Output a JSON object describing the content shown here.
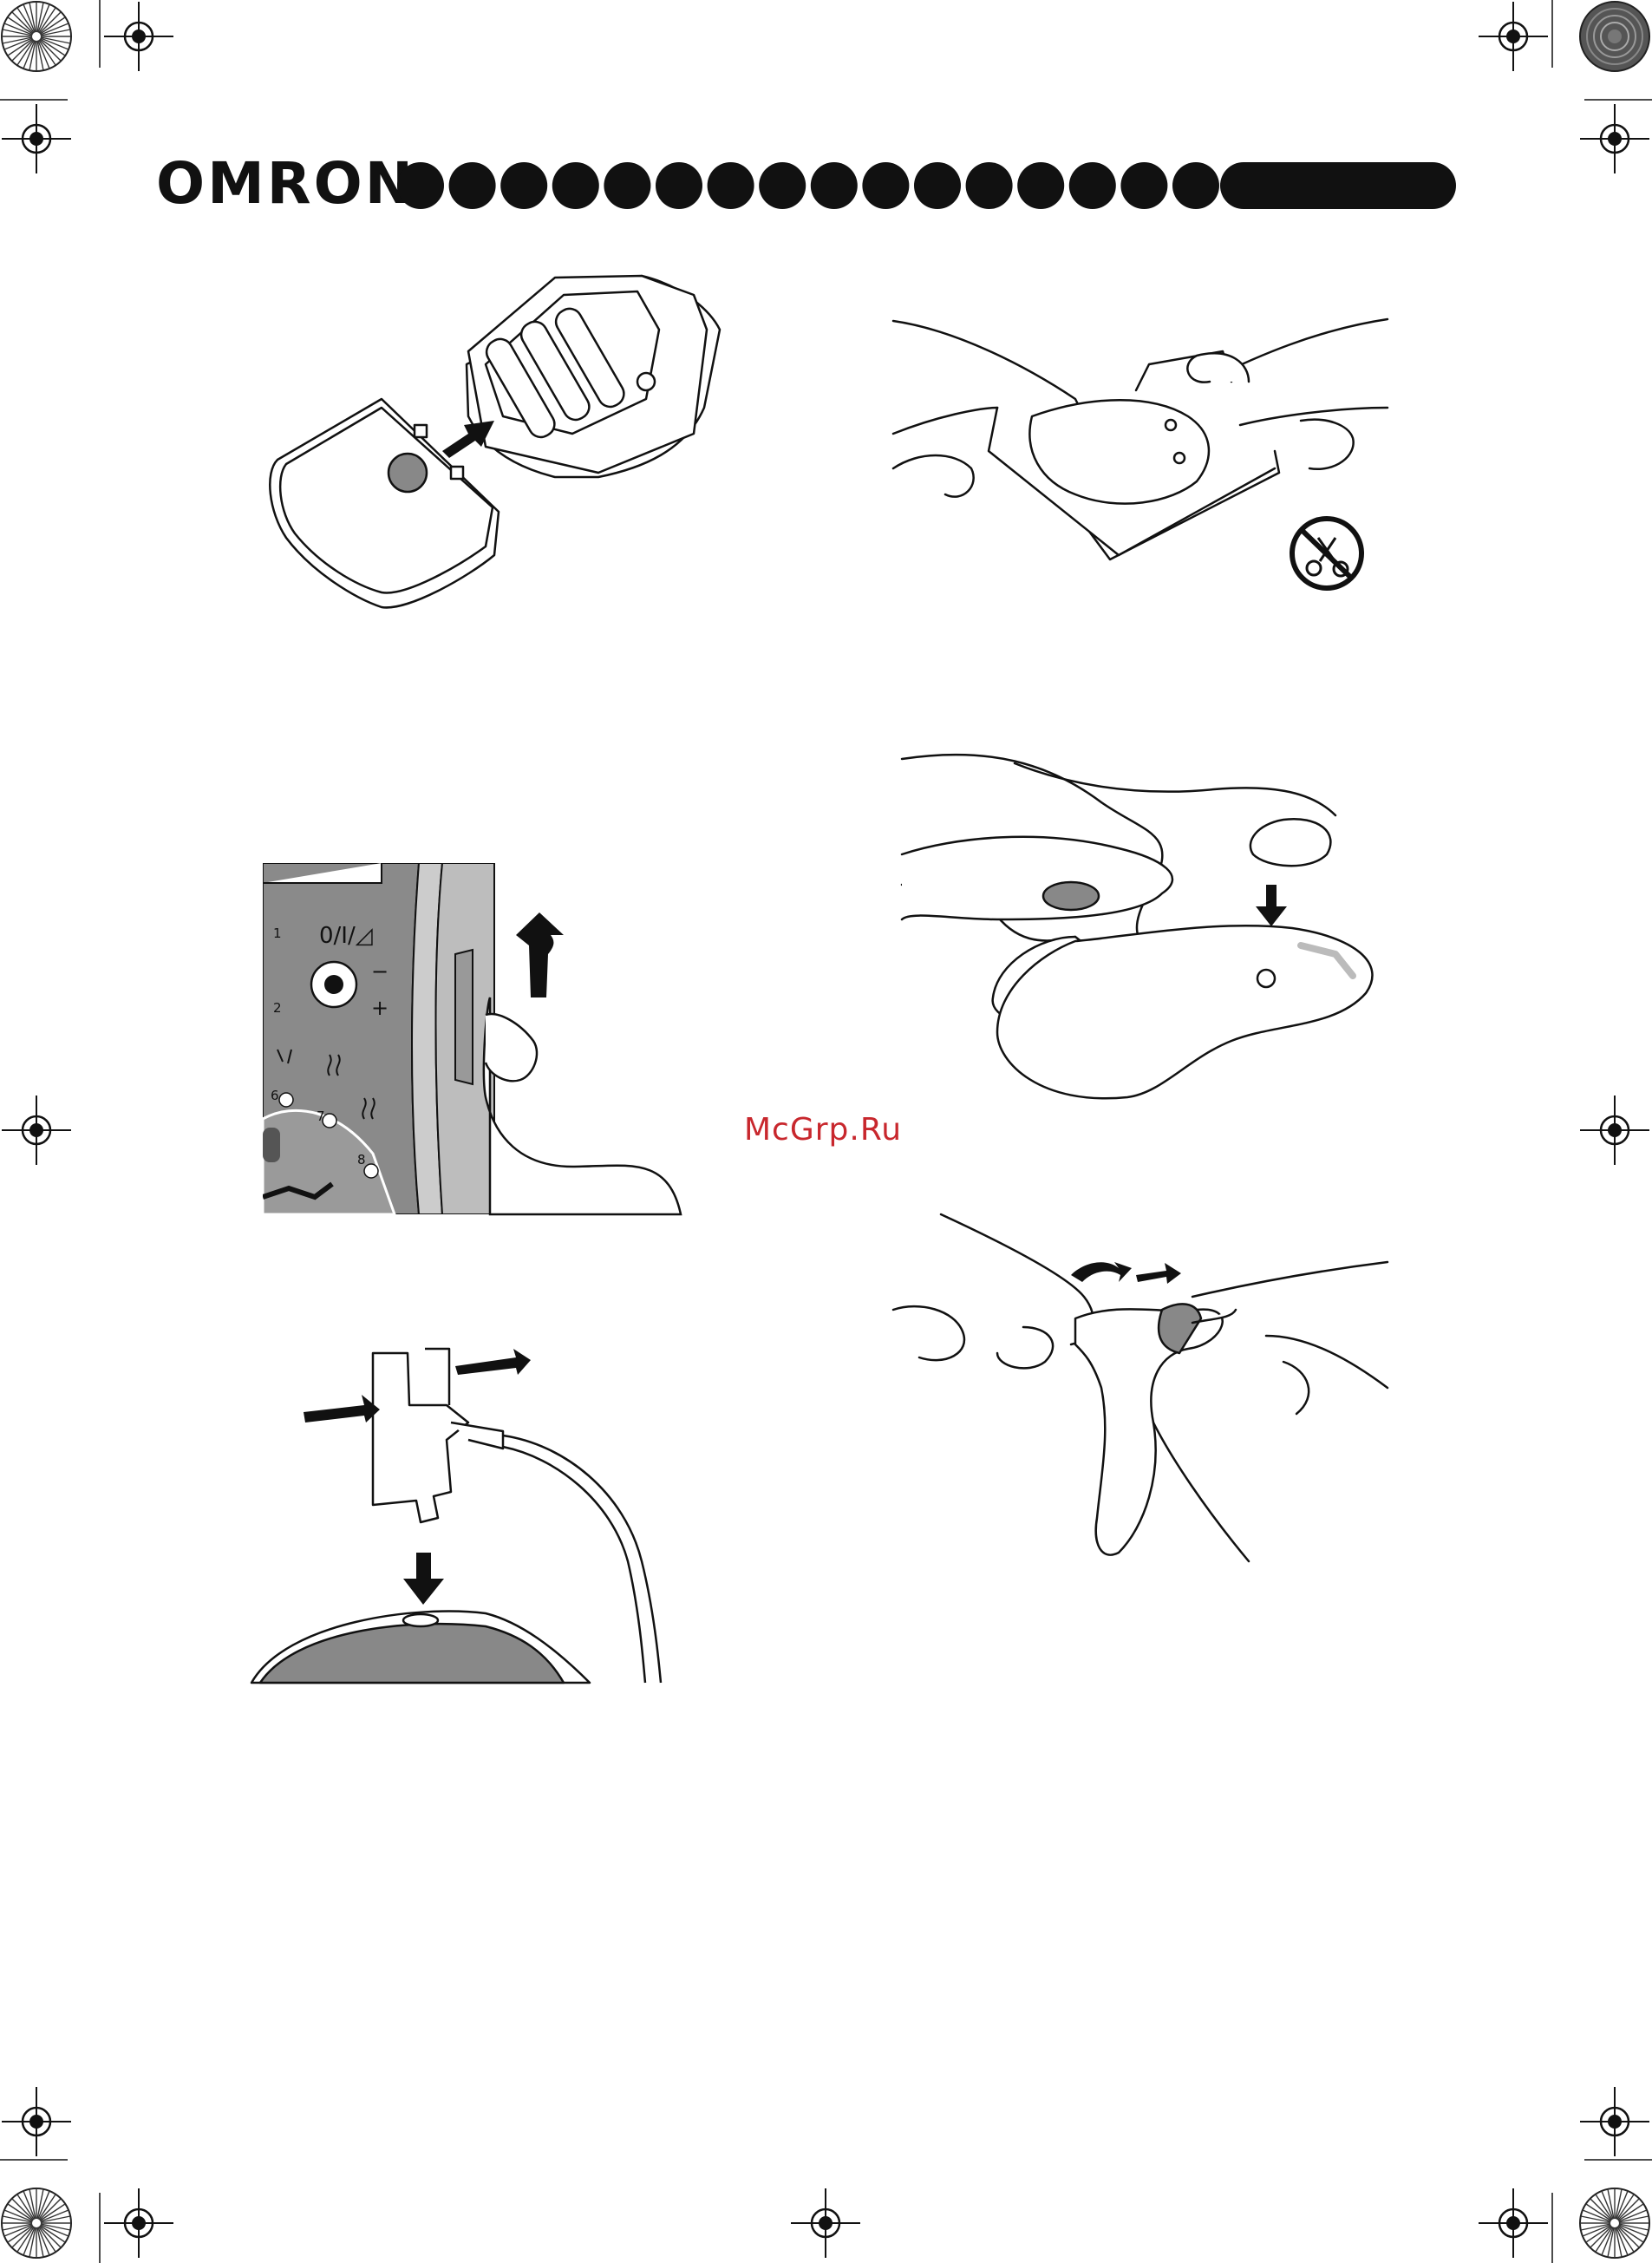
{
  "brand": {
    "name": "OMRON"
  },
  "header": {
    "dot_count": 16
  },
  "watermark": {
    "text": "McGrp.Ru"
  },
  "panel_labels": {
    "power": "0/I/◿",
    "minus": "−",
    "plus": "+",
    "n1": "1",
    "n2": "2",
    "n6": "6",
    "n7": "7",
    "n8": "8"
  },
  "icons": {
    "registration_marks": "crosshair-icon",
    "color_wheels": "color-wheel-icon",
    "no_cut": "no-scissors-icon"
  },
  "colors": {
    "ink": "#111111",
    "panel_grey": "#888888",
    "watermark": "#c8272d"
  }
}
